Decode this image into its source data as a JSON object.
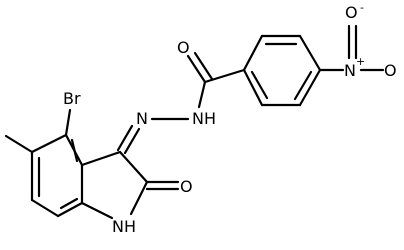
{
  "molecule": {
    "atoms": {
      "oxygen_amide": "O",
      "nh_hydrazide": "NH",
      "n_hydrazone": "N",
      "bromine": "Br",
      "methyl_label": "",
      "oxygen_lactam": "O",
      "nh_indole": "NH",
      "n_nitro": "N",
      "nitro_plus": "+",
      "o_nitro_top": "O",
      "o_nitro_minus": "-",
      "o_nitro_right": "O"
    }
  }
}
